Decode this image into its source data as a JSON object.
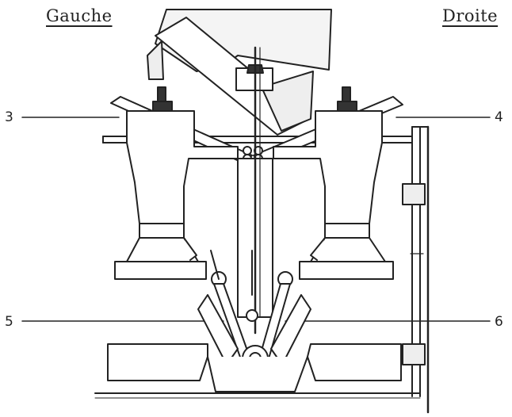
{
  "headers": {
    "left": "Gauche",
    "right": "Droite"
  },
  "callouts": {
    "c3": "3",
    "c4": "4",
    "c5": "5",
    "c6": "6"
  }
}
